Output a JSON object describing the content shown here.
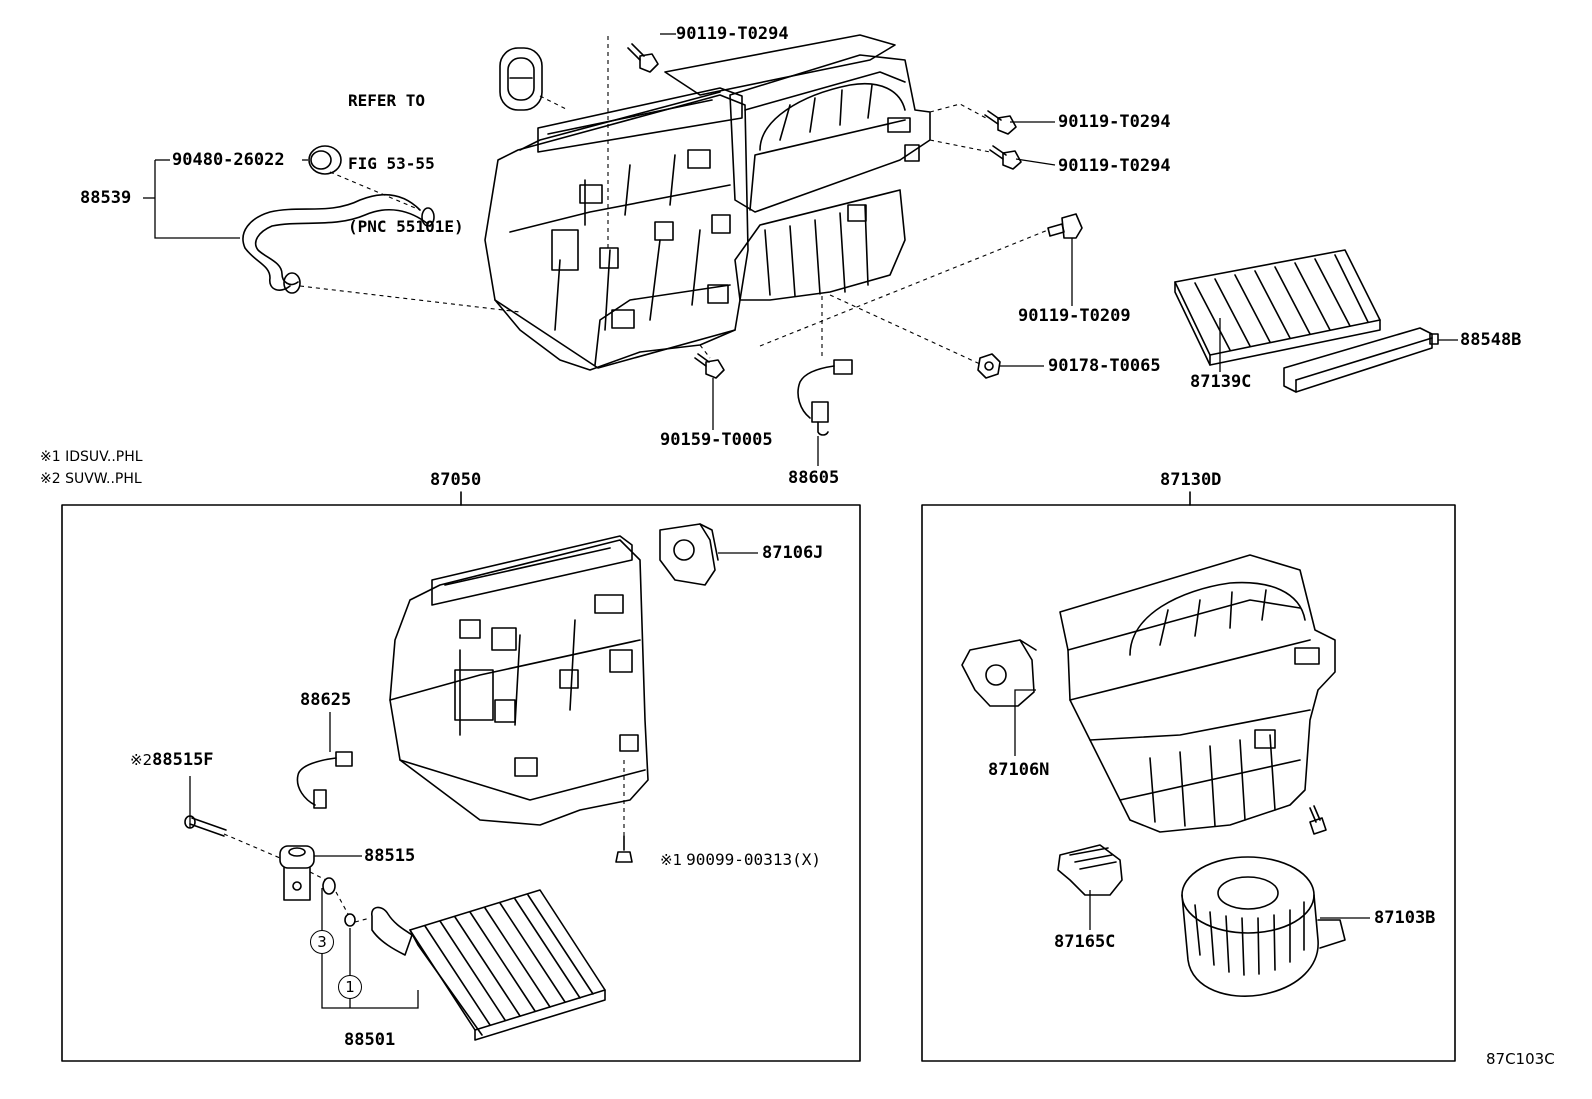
{
  "refer_note": {
    "line1": "REFER TO",
    "line2": "FIG 53-55",
    "line3": "(PNC 55101E)"
  },
  "notes": {
    "note1": "※1 IDSUV..PHL",
    "note2": "※2 SUVW..PHL"
  },
  "upper_labels": {
    "bolt_top": "90119-T0294",
    "bolt_right_1": "90119-T0294",
    "bolt_right_2": "90119-T0294",
    "grommet": "90480-26022",
    "hose_assy": "88539",
    "screw_right": "90119-T0209",
    "nut": "90178-T0065",
    "bolt_bottom": "90159-T0005",
    "sensor": "88605",
    "filter": "87139C",
    "filter_cover": "88548B"
  },
  "left_box": {
    "title": "87050",
    "servo": "87106J",
    "thermistor": "88625",
    "bolt_note": "※2",
    "bolt": "88515F",
    "exp_valve": "88515",
    "screw_note": "※1",
    "screw": "90099-00313(X)",
    "evaporator": "88501",
    "oring_a": "3",
    "oring_b": "1"
  },
  "right_box": {
    "title": "87130D",
    "servo": "87106N",
    "resistor": "87165C",
    "blower_motor": "87103B"
  },
  "diagram_code": "87C103C"
}
